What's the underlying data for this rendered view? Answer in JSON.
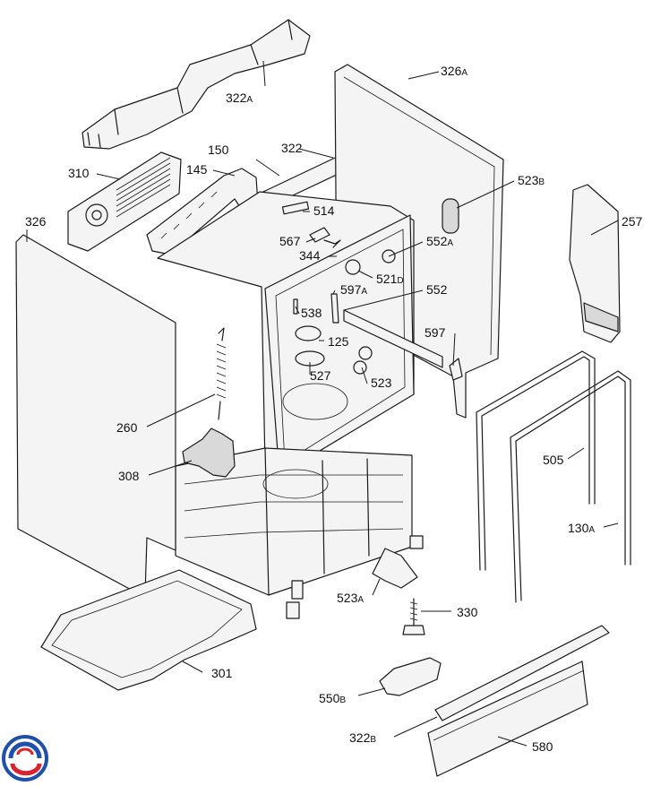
{
  "labels": [
    {
      "id": "322A",
      "num": "322",
      "suffix": "A"
    },
    {
      "id": "326A",
      "num": "326",
      "suffix": "A"
    },
    {
      "id": "150",
      "num": "150",
      "suffix": ""
    },
    {
      "id": "322",
      "num": "322",
      "suffix": ""
    },
    {
      "id": "310",
      "num": "310",
      "suffix": ""
    },
    {
      "id": "145",
      "num": "145",
      "suffix": ""
    },
    {
      "id": "523B",
      "num": "523",
      "suffix": "B"
    },
    {
      "id": "514",
      "num": "514",
      "suffix": ""
    },
    {
      "id": "257",
      "num": "257",
      "suffix": ""
    },
    {
      "id": "326",
      "num": "326",
      "suffix": ""
    },
    {
      "id": "567",
      "num": "567",
      "suffix": ""
    },
    {
      "id": "552A",
      "num": "552",
      "suffix": "A"
    },
    {
      "id": "344",
      "num": "344",
      "suffix": ""
    },
    {
      "id": "521D",
      "num": "521",
      "suffix": "D"
    },
    {
      "id": "597A",
      "num": "597",
      "suffix": "A"
    },
    {
      "id": "552",
      "num": "552",
      "suffix": ""
    },
    {
      "id": "538",
      "num": "538",
      "suffix": ""
    },
    {
      "id": "125",
      "num": "125",
      "suffix": ""
    },
    {
      "id": "597",
      "num": "597",
      "suffix": ""
    },
    {
      "id": "527",
      "num": "527",
      "suffix": ""
    },
    {
      "id": "523",
      "num": "523",
      "suffix": ""
    },
    {
      "id": "260",
      "num": "260",
      "suffix": ""
    },
    {
      "id": "505",
      "num": "505",
      "suffix": ""
    },
    {
      "id": "308",
      "num": "308",
      "suffix": ""
    },
    {
      "id": "130A",
      "num": "130",
      "suffix": "A"
    },
    {
      "id": "523A",
      "num": "523",
      "suffix": "A"
    },
    {
      "id": "330",
      "num": "330",
      "suffix": ""
    },
    {
      "id": "301",
      "num": "301",
      "suffix": ""
    },
    {
      "id": "550B",
      "num": "550",
      "suffix": "B"
    },
    {
      "id": "322B",
      "num": "322",
      "suffix": "B"
    },
    {
      "id": "580",
      "num": "580",
      "suffix": ""
    }
  ],
  "logo": {
    "icon": "brand-swirl-icon",
    "colors": [
      "#1f4fa8",
      "#d9232e"
    ]
  }
}
